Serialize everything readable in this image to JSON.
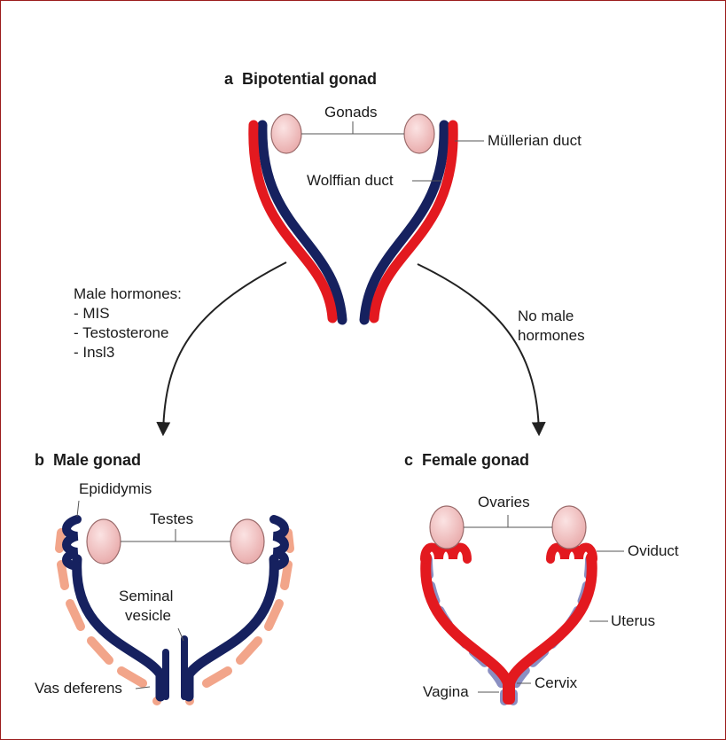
{
  "panels": {
    "a": {
      "letter": "a",
      "title": "Bipotential gonad"
    },
    "b": {
      "letter": "b",
      "title": "Male gonad"
    },
    "c": {
      "letter": "c",
      "title": "Female gonad"
    }
  },
  "labels": {
    "gonads": "Gonads",
    "mullerian_duct": "Müllerian duct",
    "wolffian_duct": "Wolffian duct",
    "epididymis": "Epididymis",
    "testes": "Testes",
    "seminal_vesicle_1": "Seminal",
    "seminal_vesicle_2": "vesicle",
    "vas_deferens": "Vas deferens",
    "ovaries": "Ovaries",
    "oviduct": "Oviduct",
    "uterus": "Uterus",
    "vagina": "Vagina",
    "cervix": "Cervix"
  },
  "pathways": {
    "male": {
      "heading": "Male hormones:",
      "items": [
        "- MIS",
        "- Testosterone",
        "- Insl3"
      ]
    },
    "female": {
      "line1": "No male",
      "line2": "hormones"
    }
  },
  "colors": {
    "mullerian": "#e3191f",
    "wolffian": "#16215f",
    "gonad_fill": "#f2c2c2",
    "gonad_stroke": "#9a6a6a",
    "male_accessory": "#f2a58a",
    "uterus_outline": "#8a8fc2",
    "frame": "#9b1c1c"
  }
}
